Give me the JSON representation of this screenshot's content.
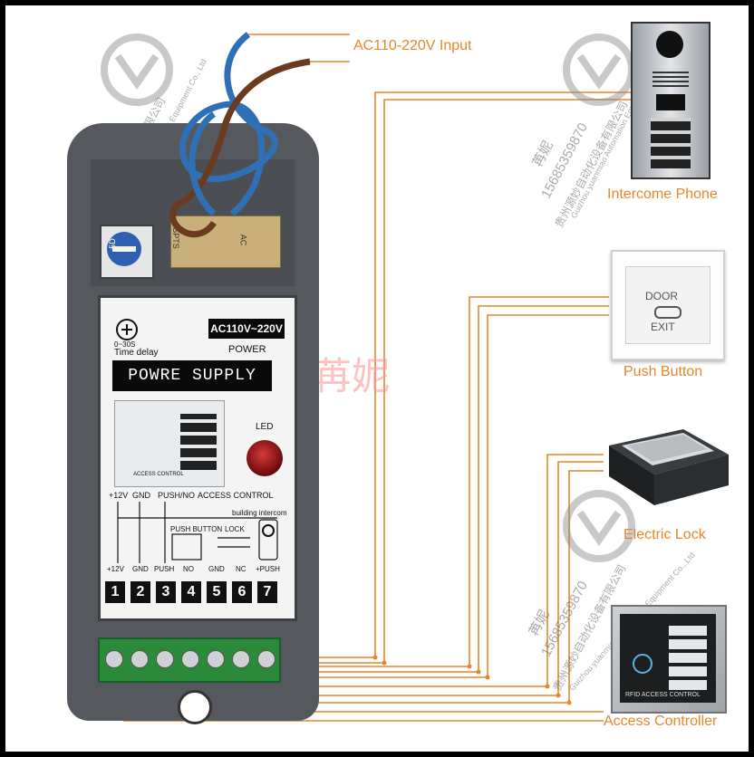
{
  "labels": {
    "input": "AC110-220V Input",
    "intercom": "Intercome Phone",
    "push_button": "Push Button",
    "electric_lock": "Electric Lock",
    "access_controller": "Access Controller"
  },
  "psu": {
    "time_delay_range": "0~30S",
    "time_delay_label": "Time delay",
    "voltage_badge": "AC110V~220V",
    "power_label": "POWER",
    "plaque": "POWRE SUPPLY",
    "led_label": "LED",
    "header_12v": "+12V",
    "header_gnd": "GND",
    "header_push": "PUSH/NO",
    "header_access": "ACCESS CONTROL",
    "building_intercom": "building intercom",
    "push_button_label": "PUSH BUTTON",
    "lock_label": "LOCK",
    "pot_label": "5D",
    "pcb_label_left": "SPTS",
    "pcb_label_right": "AC",
    "keypad_panel_caption": "ACCESS CONTROL",
    "bottom_labels": [
      "+12V",
      "GND",
      "PUSH",
      "NO",
      "GND",
      "NC",
      "+PUSH"
    ],
    "terminals": [
      "1",
      "2",
      "3",
      "4",
      "5",
      "6",
      "7"
    ]
  },
  "door_button": {
    "line1": "DOOR",
    "line2": "EXIT"
  },
  "access_controller_caption": "RFID ACCESS CONTROL",
  "watermark": {
    "big": "苒妮",
    "phone": "15685359870",
    "cn_company": "贵州源妙自动化设备有限公司",
    "en_company": "Guizhou yuanmiao Automation Equipment Co., Ltd",
    "small_name": "苒妮"
  },
  "colors": {
    "wire": "#e8862a",
    "label": "#e8862a",
    "housing": "#55595d"
  }
}
